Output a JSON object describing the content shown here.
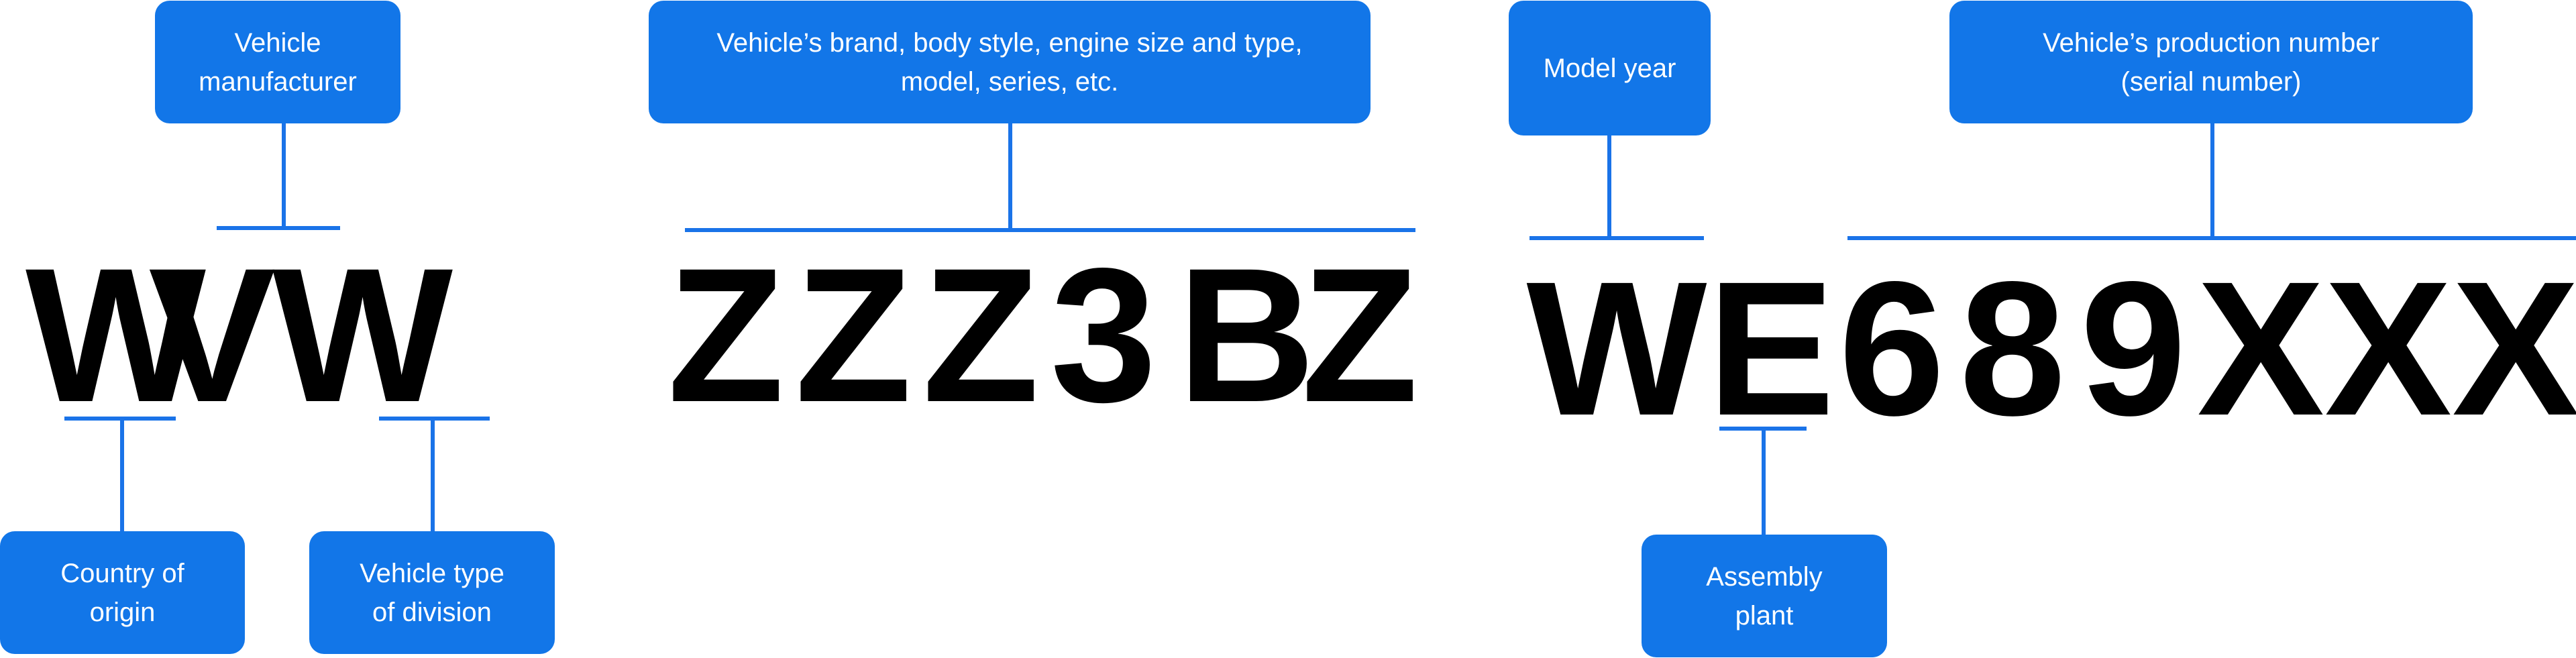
{
  "vin": {
    "wmi": [
      "W",
      "V",
      "W"
    ],
    "vds": [
      "Z",
      "Z",
      "Z",
      "3",
      "B",
      "Z"
    ],
    "year": "W",
    "plant": "E",
    "serial": [
      "6",
      "8",
      "9",
      "X",
      "X",
      "X"
    ]
  },
  "labels": {
    "manufacturer": [
      "Vehicle",
      "manufacturer"
    ],
    "descriptor": [
      "Vehicle’s brand, body style, engine size and type,",
      "model, series, etc."
    ],
    "model_year": [
      "Model year"
    ],
    "production_number": [
      "Vehicle’s production number",
      "(serial number)"
    ],
    "country": [
      "Country of",
      "origin"
    ],
    "vehicle_type": [
      "Vehicle type",
      "of division"
    ],
    "assembly_plant": [
      "Assembly",
      "plant"
    ]
  },
  "colors": {
    "accent": "#1276e8",
    "text": "#000000",
    "label_text": "#ffffff"
  }
}
